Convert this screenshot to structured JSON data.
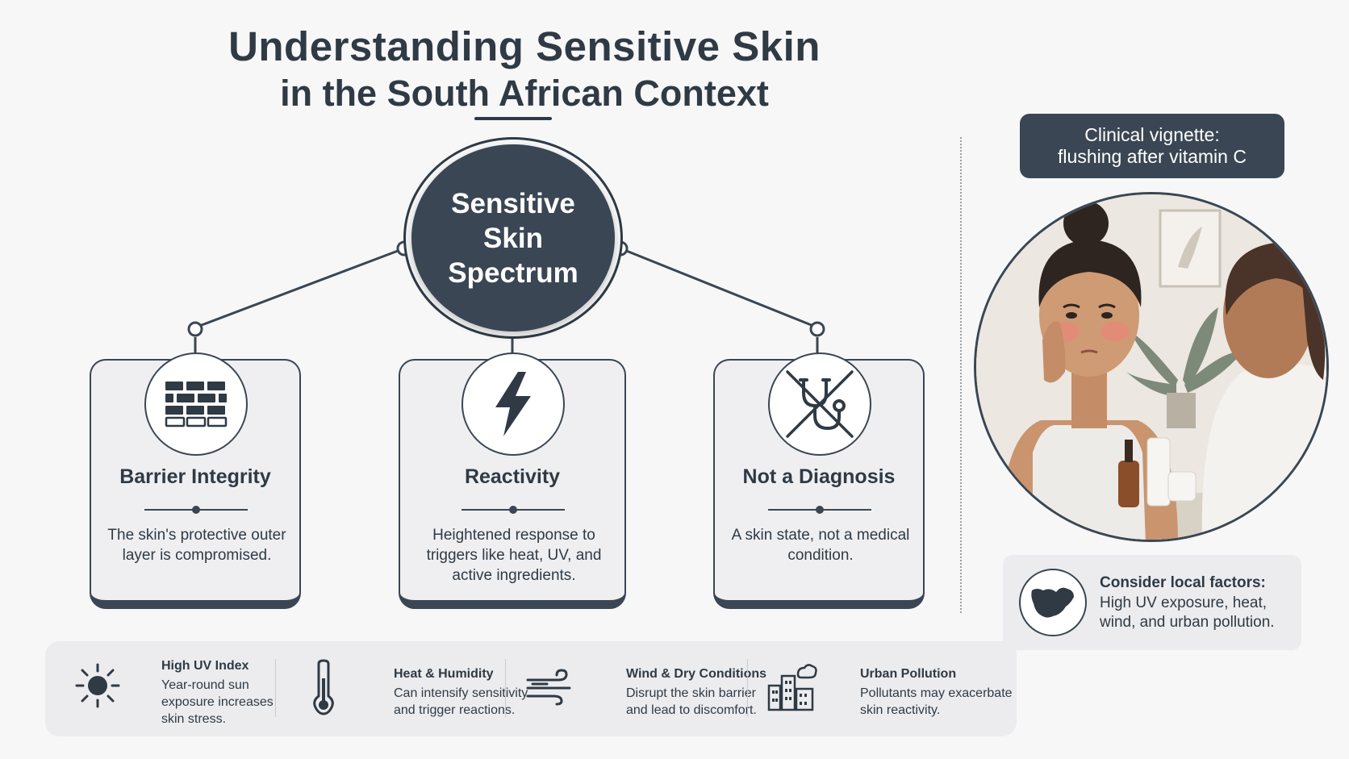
{
  "title": {
    "line1": "Understanding Sensitive Skin",
    "line2": "in the South African Context"
  },
  "hub": {
    "line1": "Sensitive",
    "line2": "Skin",
    "line3": "Spectrum"
  },
  "cards": [
    {
      "icon": "brick-wall-icon",
      "title": "Barrier Integrity",
      "text": "The skin's protective outer layer is compromised."
    },
    {
      "icon": "lightning-bolt-icon",
      "title": "Reactivity",
      "text": "Heightened response to triggers like heat, UV, and active ingredients."
    },
    {
      "icon": "crossed-stethoscope-icon",
      "title": "Not a Diagnosis",
      "text": "A skin state, not a medical condition."
    }
  ],
  "vignette": {
    "line1": "Clinical vignette:",
    "line2": "flushing after vitamin C"
  },
  "local": {
    "icon": "south-africa-map-icon",
    "title": "Consider local factors:",
    "text": "High UV exposure, heat, wind, and urban pollution."
  },
  "factors": [
    {
      "icon": "sun-icon",
      "title": "High UV Index",
      "text": "Year-round sun exposure increases skin stress."
    },
    {
      "icon": "thermometer-icon",
      "title": "Heat & Humidity",
      "text": "Can intensify sensitivity and trigger reactions."
    },
    {
      "icon": "wind-icon",
      "title": "Wind & Dry Conditions",
      "text": "Disrupt the skin barrier and lead to discomfort."
    },
    {
      "icon": "city-pollution-icon",
      "title": "Urban Pollution",
      "text": "Pollutants may exacerbate skin reactivity."
    }
  ],
  "colors": {
    "primary": "#3a4653",
    "background": "#f7f7f8",
    "card": "#efeff1",
    "flush": "#e8877a"
  }
}
